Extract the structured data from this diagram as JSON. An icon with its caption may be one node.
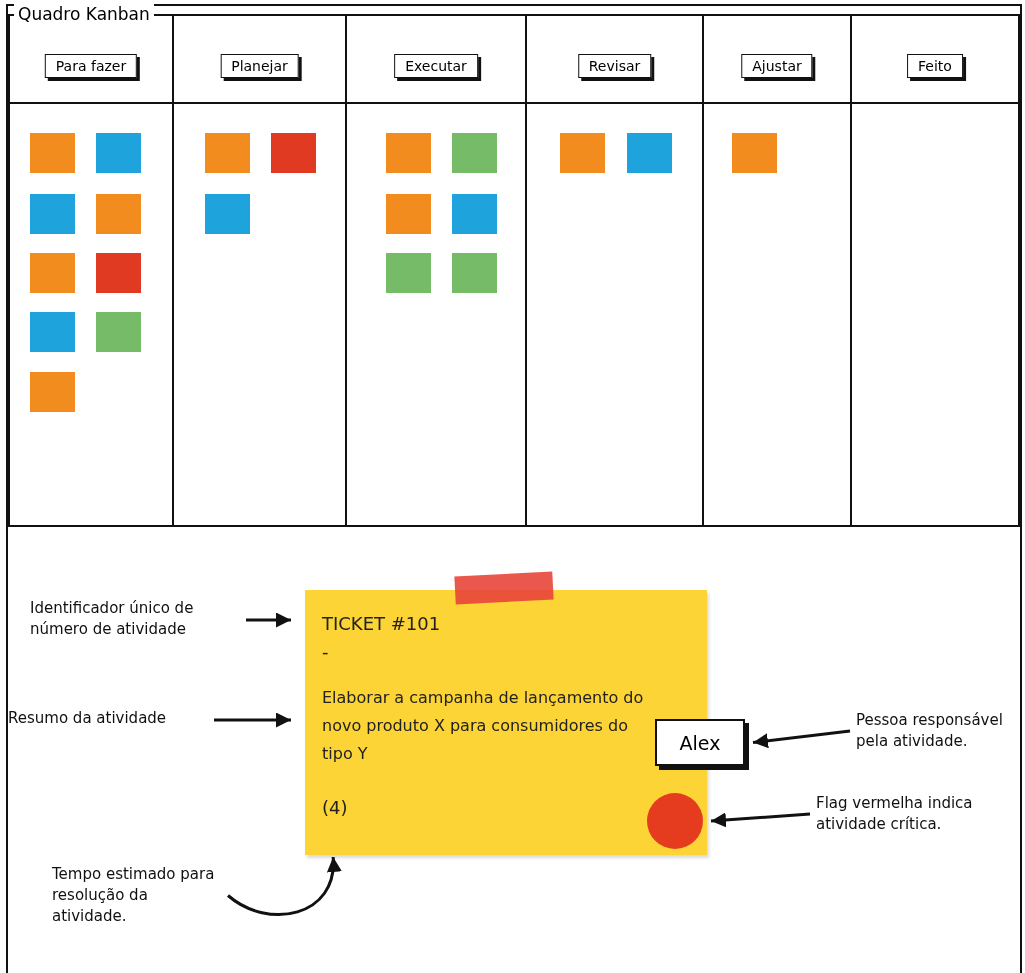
{
  "diagram": {
    "nodes": [
      {
        "text": [
          "Quadro Kanban"
        ]
      },
      {
        "text": [
          "Para fazer"
        ],
        "in": 0
      },
      {
        "text": [
          "Planejar"
        ],
        "in": 0
      },
      {
        "text": [
          "Executar"
        ],
        "in": 0
      },
      {
        "text": [
          "Revisar"
        ],
        "in": 0
      },
      {
        "text": [
          "Ajustar"
        ],
        "in": 0
      },
      {
        "text": [
          "Feito"
        ],
        "in": 0
      },
      {
        "text": [],
        "shape": "box",
        "in": 1
      },
      {
        "text": [],
        "shape": "box",
        "in": 1
      },
      {
        "text": [],
        "shape": "box",
        "in": 1
      },
      {
        "text": [],
        "shape": "box",
        "in": 1
      },
      {
        "text": [],
        "shape": "box",
        "in": 1
      },
      {
        "text": [],
        "shape": "box",
        "in": 1
      },
      {
        "text": [],
        "shape": "box",
        "in": 1
      },
      {
        "text": [],
        "shape": "box",
        "in": 1
      },
      {
        "text": [],
        "shape": "box",
        "in": 1
      },
      {
        "text": [],
        "shape": "box",
        "in": 2
      },
      {
        "text": [],
        "shape": "box",
        "in": 2
      },
      {
        "text": [],
        "shape": "box",
        "in": 2
      },
      {
        "text": [],
        "shape": "box",
        "in": 3
      },
      {
        "text": [],
        "shape": "box",
        "in": 3
      },
      {
        "text": [],
        "shape": "box",
        "in": 3
      },
      {
        "text": [],
        "shape": "box",
        "in": 3
      },
      {
        "text": [],
        "shape": "box",
        "in": 3
      },
      {
        "text": [],
        "shape": "box",
        "in": 3
      },
      {
        "text": [],
        "shape": "box",
        "in": 4
      },
      {
        "text": [],
        "shape": "box",
        "in": 4
      },
      {
        "text": [],
        "shape": "box",
        "in": 5
      },
      {
        "text": [
          "Identificador único de número de atividade"
        ]
      },
      {
        "text": [
          "TICKET #101",
          "-",
          "Elaborar a campanha de lançamento do novo produto X para consumidores do tipo Y",
          "(4)"
        ]
      },
      {
        "text": [
          "Resumo da atividade"
        ]
      },
      {
        "text": [
          "Alex"
        ],
        "in": 29
      },
      {
        "text": [
          "Pessoa responsável pela atividade."
        ]
      },
      {
        "text": [],
        "shape": "circle",
        "in": 29
      },
      {
        "text": [
          "Flag vermelha indica atividade crítica."
        ]
      },
      {
        "text": [
          "Tempo estimado para resolução da atividade."
        ]
      }
    ],
    "edges": [
      {
        "from": 28,
        "to": 29,
        "arrow": "to"
      },
      {
        "from": 30,
        "to": 29,
        "arrow": "to"
      },
      {
        "from": 32,
        "to": 31,
        "arrow": "to"
      },
      {
        "from": 34,
        "to": 33,
        "arrow": "to"
      },
      {
        "from": 35,
        "to": 29,
        "arrow": "to"
      }
    ]
  }
}
